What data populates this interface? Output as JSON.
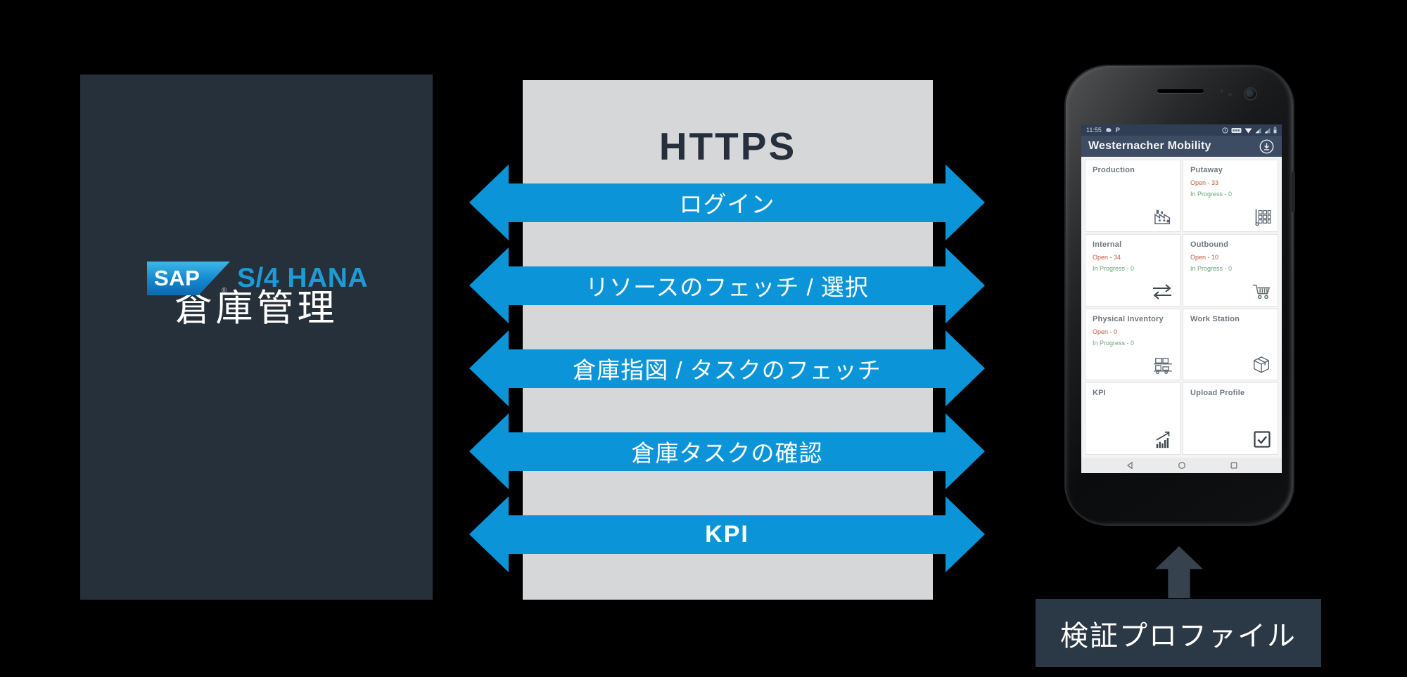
{
  "diagram": {
    "left_panel": {
      "title": "倉庫管理",
      "logo_sap": "SAP",
      "logo_registered": "®",
      "logo_product": "S/4 HANA"
    },
    "https_panel": {
      "title": "HTTPS"
    },
    "arrows": [
      {
        "label": "ログイン"
      },
      {
        "label": "リソースのフェッチ / 選択"
      },
      {
        "label": "倉庫指図 / タスクのフェッチ"
      },
      {
        "label": "倉庫タスクの確認"
      },
      {
        "label": "KPI"
      }
    ],
    "verification_label": "検証プロファイル"
  },
  "phone": {
    "status_bar": {
      "time": "11:55",
      "p_badge": "P",
      "right_icons": [
        "clock-icon",
        "badge-pill-icon",
        "wifi-icon",
        "signal-icon",
        "signal-icon",
        "battery-icon"
      ]
    },
    "header": {
      "title": "Westernacher Mobility",
      "action_icon": "download-circle-icon"
    },
    "tiles": [
      {
        "title": "Production",
        "open": "",
        "in_progress": "",
        "icon": "factory-icon"
      },
      {
        "title": "Putaway",
        "open": "Open - 33",
        "in_progress": "In Progress - 0",
        "icon": "pallet-rack-icon"
      },
      {
        "title": "Internal",
        "open": "Open - 34",
        "in_progress": "In Progress - 0",
        "icon": "transfer-arrows-icon"
      },
      {
        "title": "Outbound",
        "open": "Open - 10",
        "in_progress": "In Progress - 0",
        "icon": "shopping-cart-icon"
      },
      {
        "title": "Physical Inventory",
        "open": "Open - 0",
        "in_progress": "In Progress - 0",
        "icon": "inventory-shelf-icon"
      },
      {
        "title": "Work Station",
        "open": "",
        "in_progress": "",
        "icon": "package-box-icon"
      },
      {
        "title": "KPI",
        "open": "",
        "in_progress": "",
        "icon": "kpi-chart-icon"
      },
      {
        "title": "Upload Profile",
        "open": "",
        "in_progress": "",
        "icon": "checkbox-icon"
      }
    ],
    "nav_icons": [
      "back-icon",
      "home-icon",
      "recents-icon"
    ]
  },
  "colors": {
    "background": "#000000",
    "panel_dark": "#26303b",
    "https_panel_gray": "#d5d7d9",
    "arrow_blue": "#0b95d8",
    "sap_blue": "#1e9ad6",
    "phone_header_navy": "#3d4c63",
    "open_count_red": "#bf5b41",
    "in_progress_green": "#69a47b"
  }
}
